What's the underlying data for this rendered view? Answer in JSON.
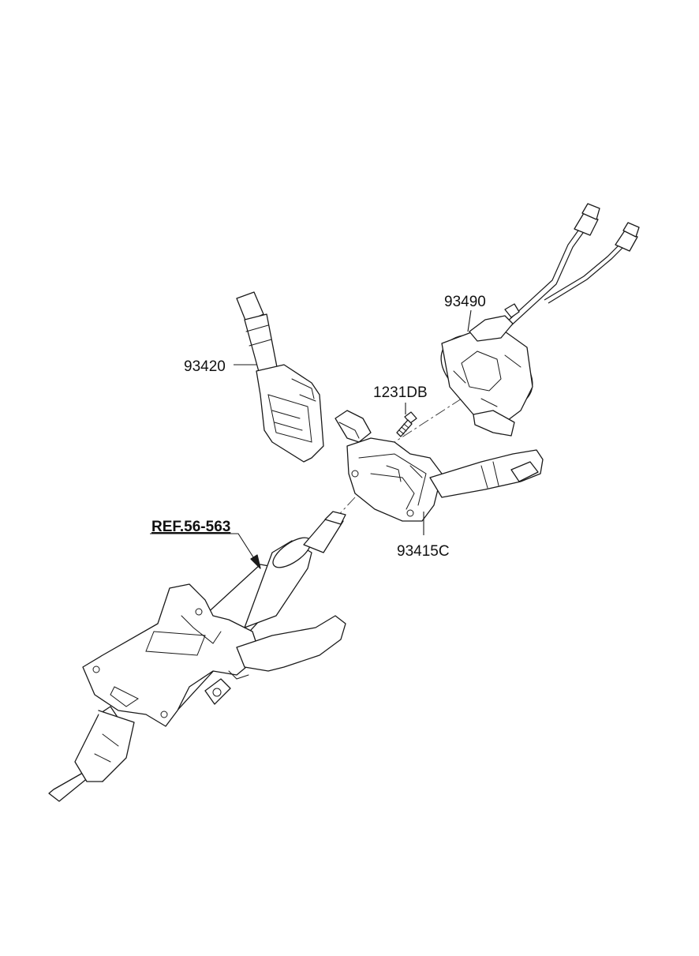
{
  "labels": {
    "part_93490": "93490",
    "part_93420": "93420",
    "part_1231DB": "1231DB",
    "part_93415C": "93415C",
    "ref": "REF.56-563"
  },
  "colors": {
    "line": "#1a1a1a",
    "background": "#ffffff"
  }
}
